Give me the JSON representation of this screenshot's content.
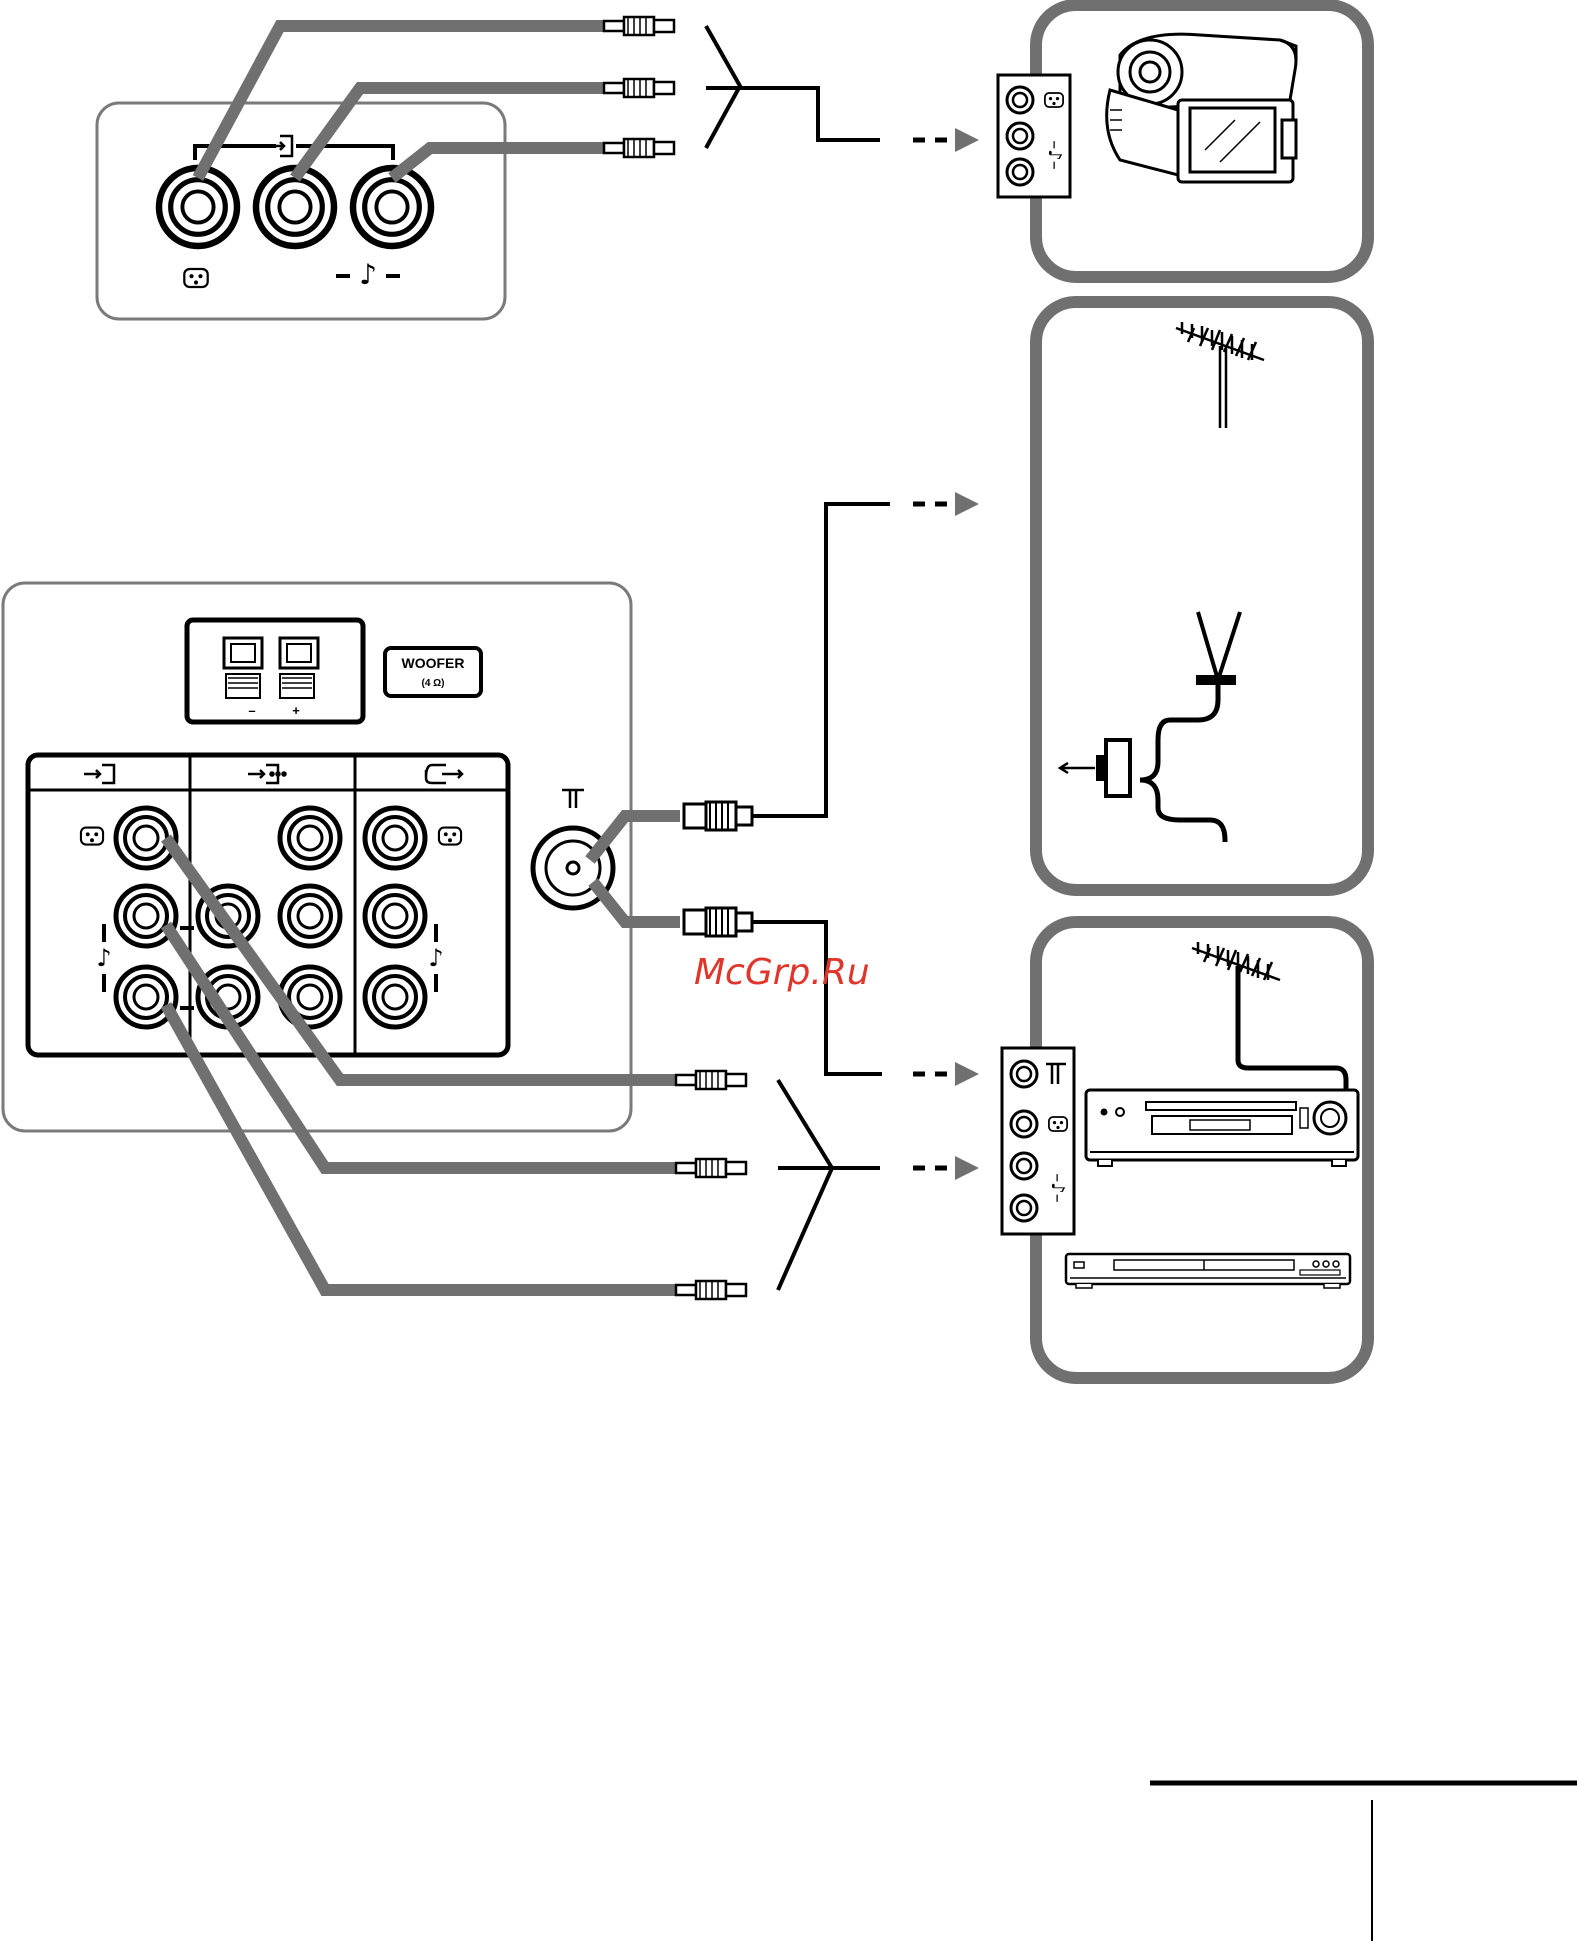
{
  "panel": {
    "woofer_label": "WOOFER",
    "woofer_impedance": "(4 Ω)",
    "speaker_minus": "–",
    "speaker_plus": "+"
  },
  "watermark": "McGrp.Ru",
  "colors": {
    "cable_gray": "#707070",
    "frame_gray": "#7a7a7a",
    "ink": "#000000",
    "watermark": "#e0352b"
  },
  "icons": [
    "video-input-icon",
    "video-icon",
    "audio-note-icon",
    "antenna-icon",
    "video-output-icon",
    "monitor-output-icon",
    "camcorder-icon",
    "vcr-icon",
    "dvd-player-icon",
    "yagi-antenna-icon",
    "rabbit-ear-antenna-icon"
  ]
}
